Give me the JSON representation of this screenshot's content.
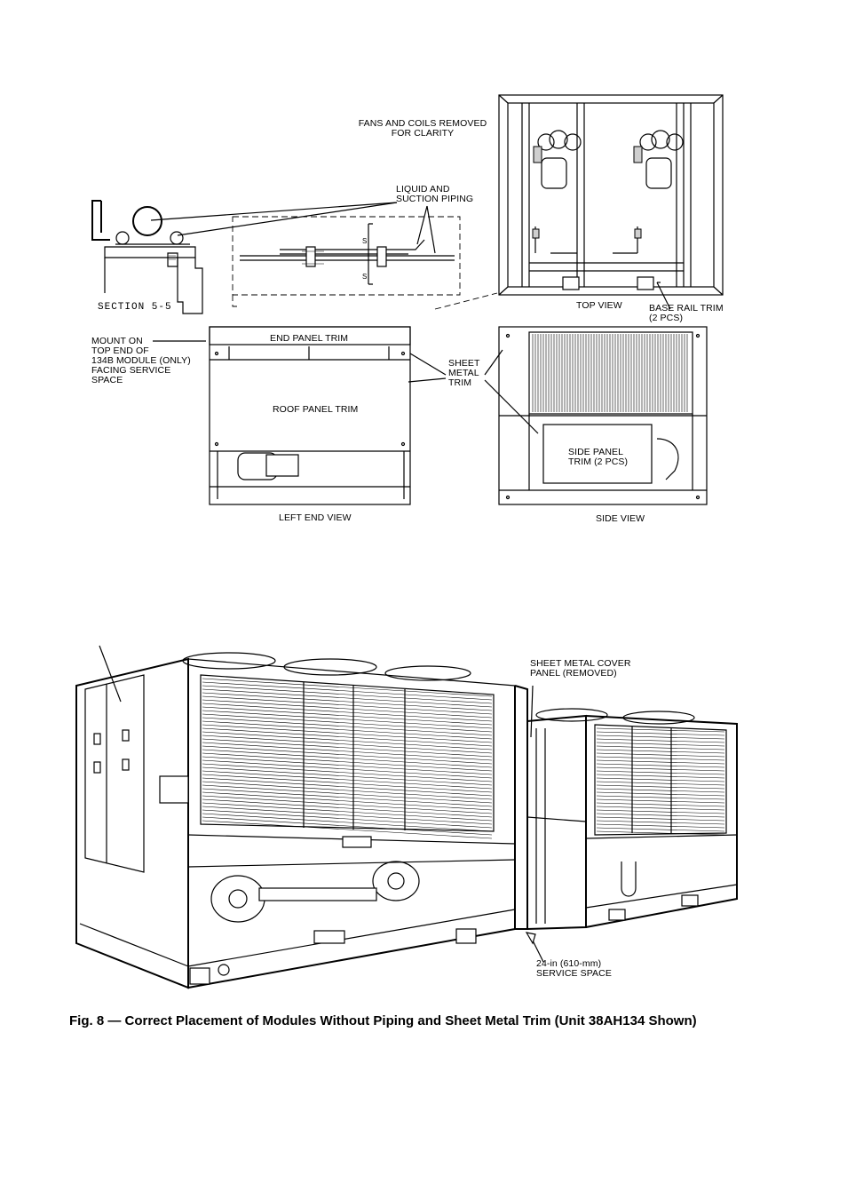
{
  "figure": {
    "caption": "Fig. 8 — Correct Placement of Modules Without Piping and Sheet Metal Trim (Unit 38AH134 Shown)"
  },
  "labels": {
    "fans_coils_removed": [
      "FANS AND COILS REMOVED",
      "FOR CLARITY"
    ],
    "liquid_suction_piping": [
      "LIQUID AND",
      "SUCTION PIPING"
    ],
    "section_marker": "S",
    "section_title": "SECTION 5-5",
    "top_view": "TOP VIEW",
    "base_rail_trim": [
      "BASE RAIL TRIM",
      "(2 PCS)"
    ],
    "mount_on": [
      "MOUNT ON",
      "TOP END OF",
      "134B MODULE (ONLY)",
      "FACING SERVICE",
      "SPACE"
    ],
    "end_panel_trim": "END PANEL TRIM",
    "sheet_metal_trim": [
      "SHEET",
      "METAL",
      "TRIM"
    ],
    "roof_panel_trim": "ROOF PANEL TRIM",
    "side_panel_trim": [
      "SIDE PANEL",
      "TRIM (2 PCS)"
    ],
    "left_end_view": "LEFT END VIEW",
    "side_view": "SIDE VIEW",
    "sheet_metal_cover": [
      "SHEET METAL COVER",
      "PANEL (REMOVED)"
    ],
    "service_space": [
      "24-in (610-mm)",
      "SERVICE SPACE"
    ]
  }
}
